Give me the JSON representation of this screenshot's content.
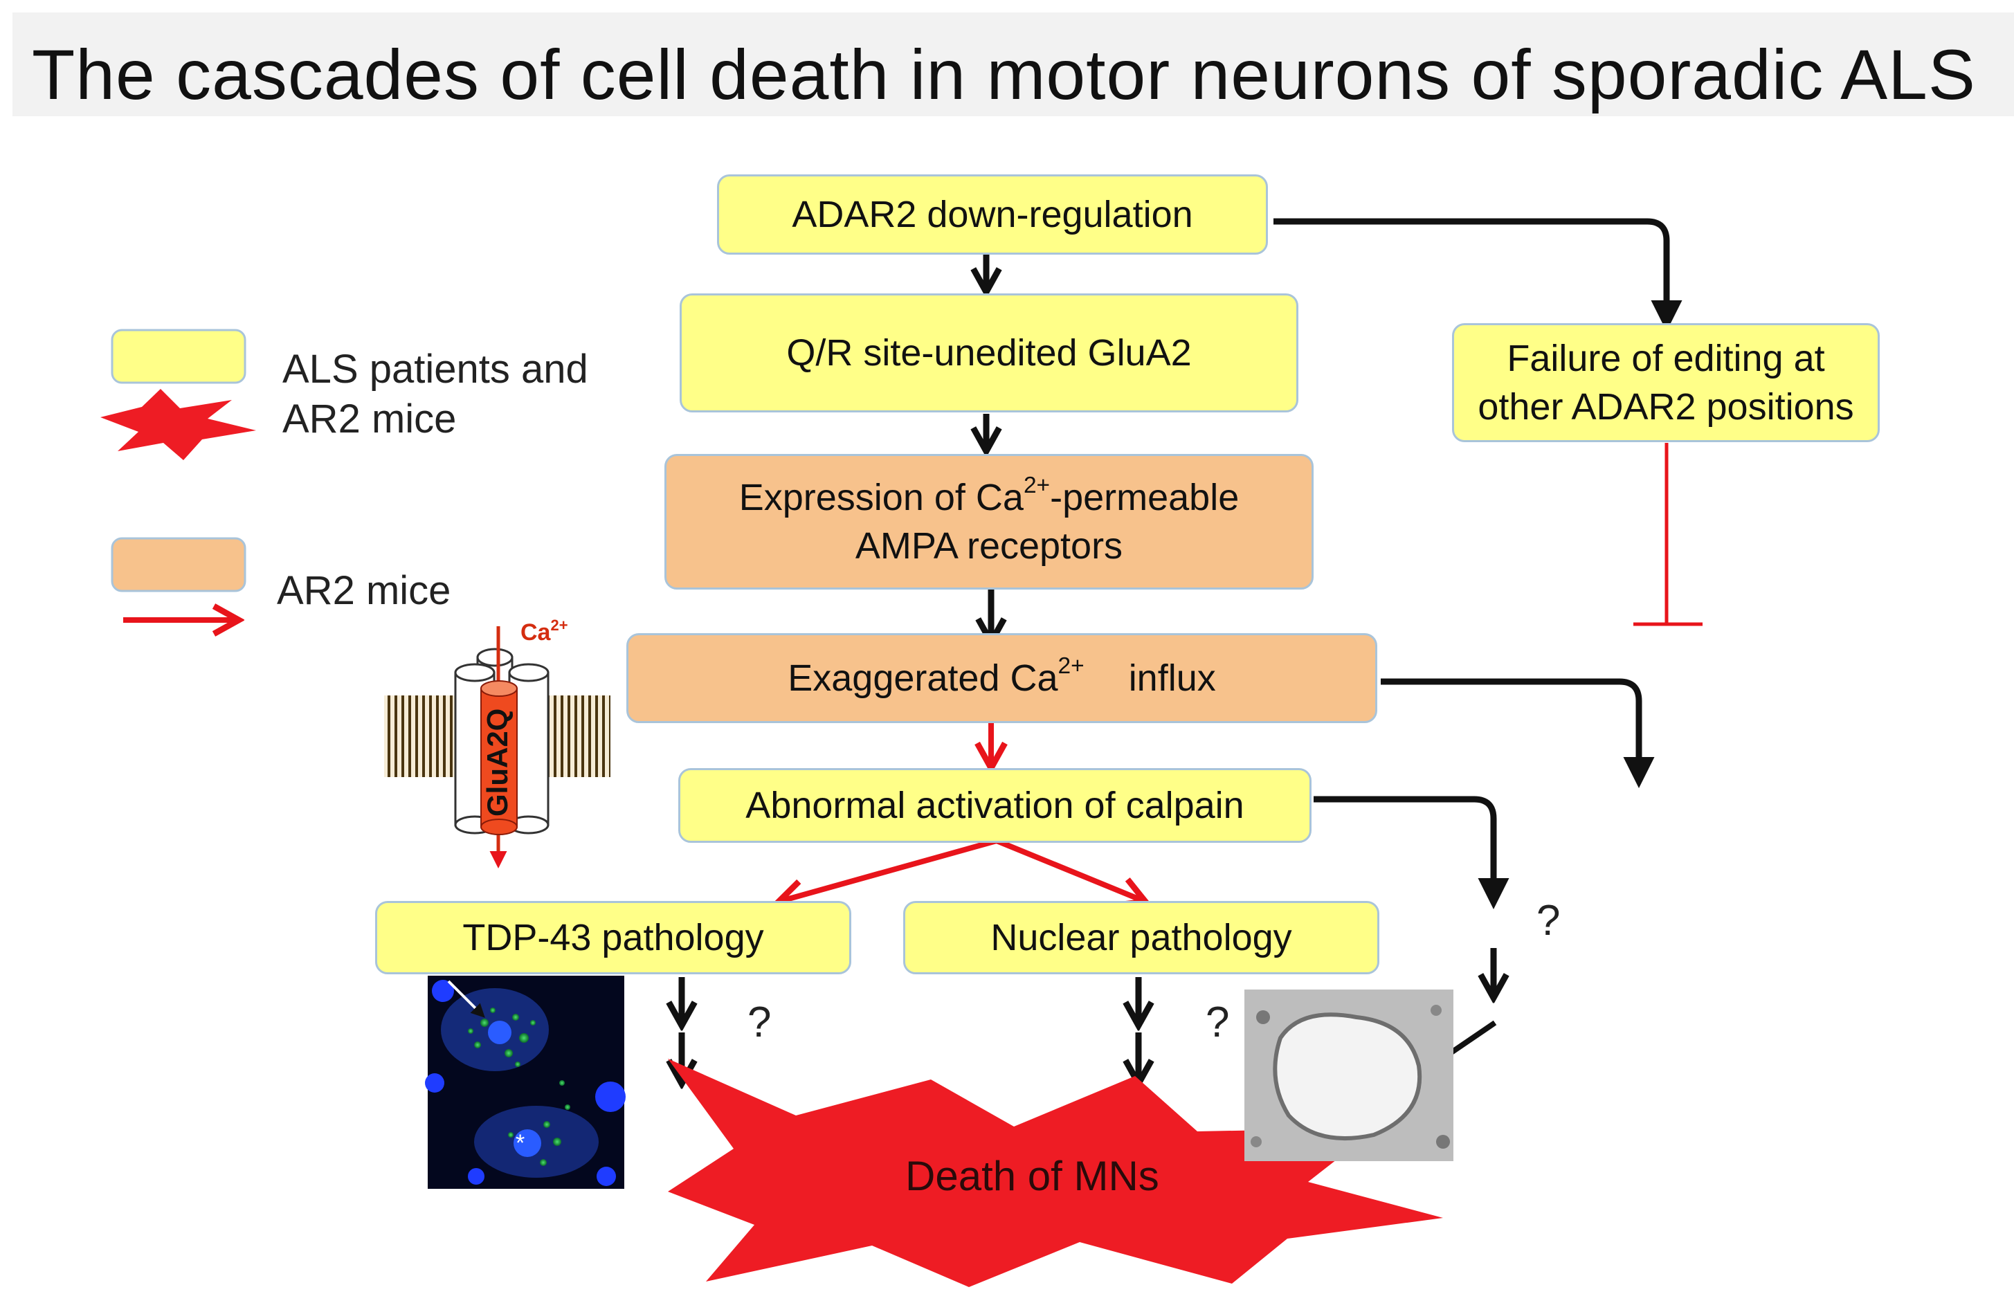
{
  "title": "The cascades of cell death in motor neurons of sporadic ALS",
  "colors": {
    "yellow_box": "#ffff88",
    "orange_box": "#f7c28c",
    "box_border": "#a9c4da",
    "black_arrow": "#111111",
    "red_arrow": "#e8141b",
    "death_star": "#ee1c24"
  },
  "boxes": {
    "adar2": "ADAR2 down-regulation",
    "qr_site": "Q/R site-unedited  GluA2",
    "expression_line1_pre": "Expression  of Ca",
    "expression_sup": "2+",
    "expression_line1_post": "-permeable",
    "expression_line2": "AMPA receptors",
    "influx_pre": "Exaggerated  Ca",
    "influx_sup": "2+",
    "influx_post": "influx",
    "calpain": "Abnormal  activation  of calpain",
    "tdp43": "TDP-43 pathology",
    "nuclear": "Nuclear  pathology",
    "failure_line1": "Failure of editing at",
    "failure_line2": "other ADAR2 positions"
  },
  "death": "Death of MNs",
  "legend": {
    "ALS_line1": "ALS patients and",
    "ALS_line2": "AR2 mice",
    "AR2": "AR2 mice"
  },
  "channel": {
    "ion": "Ca",
    "ion_sup": "2+",
    "subunit": "GluA2Q"
  },
  "question_mark": "?"
}
